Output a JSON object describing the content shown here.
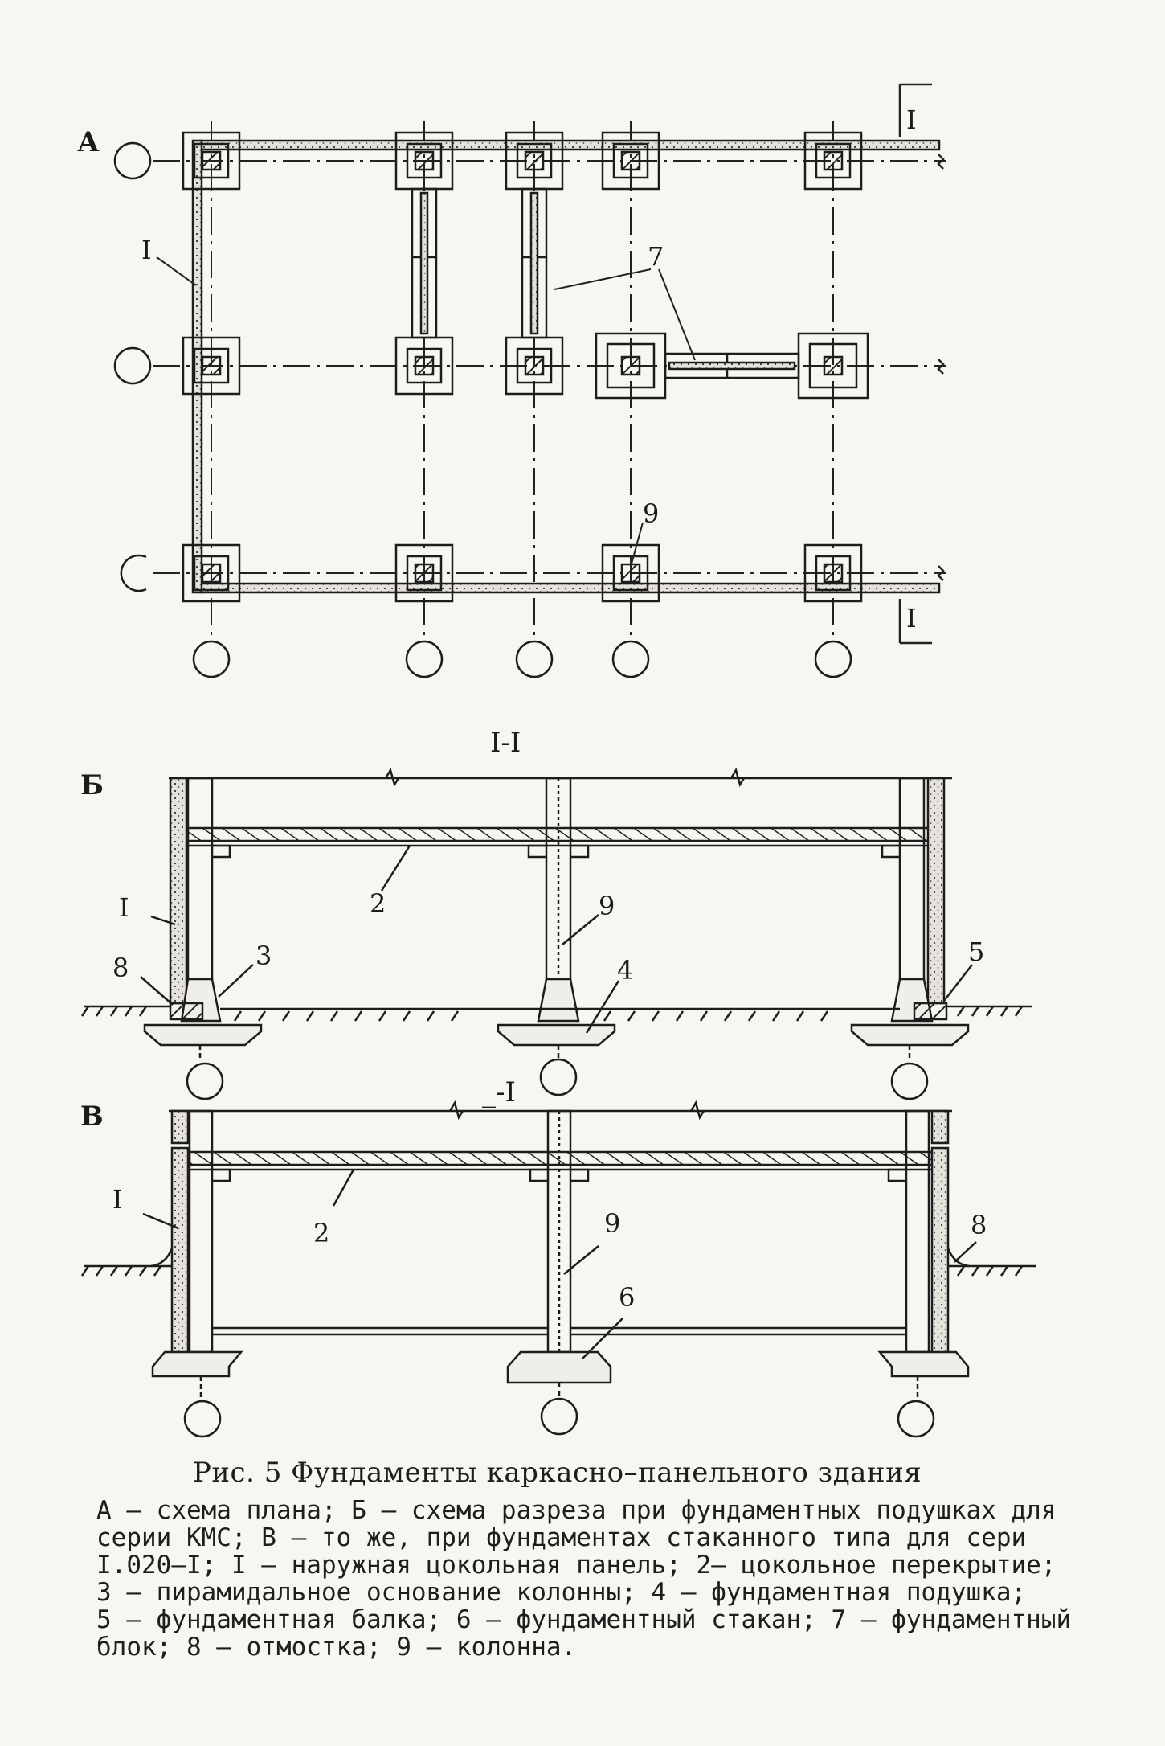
{
  "plan": {
    "section_label": "А",
    "marks": {
      "panel": "I",
      "block": "7",
      "column": "9",
      "cut_top": "I",
      "cut_bottom": "I"
    }
  },
  "section_b": {
    "section_label": "Б",
    "cut_title": "I-I",
    "marks": {
      "panel": "I",
      "floor": "2",
      "pyramid_base": "3",
      "pad": "4",
      "beam": "5",
      "blind_area": "8",
      "column": "9"
    }
  },
  "section_v": {
    "section_label": "В",
    "cut_title": "_-I",
    "marks": {
      "panel": "I",
      "floor": "2",
      "cup": "6",
      "blind_area": "8",
      "column": "9"
    }
  },
  "caption": {
    "title": "Рис. 5   Фундаменты каркасно–панельного здания",
    "legend": "А – схема плана; Б – схема разреза при фундаментных подушках для\nсерии КМС; В – то же, при фундаментах стаканного типа для сери\nI.020–I; I – наружная цокольная панель; 2– цокольное перекрытие;\n3 – пирамидальное основание колонны; 4 – фундаментная подушка;\n5 – фундаментная балка; 6 – фундаментный стакан; 7 – фундаментный\nблок; 8 – отмостка; 9 – колонна."
  }
}
